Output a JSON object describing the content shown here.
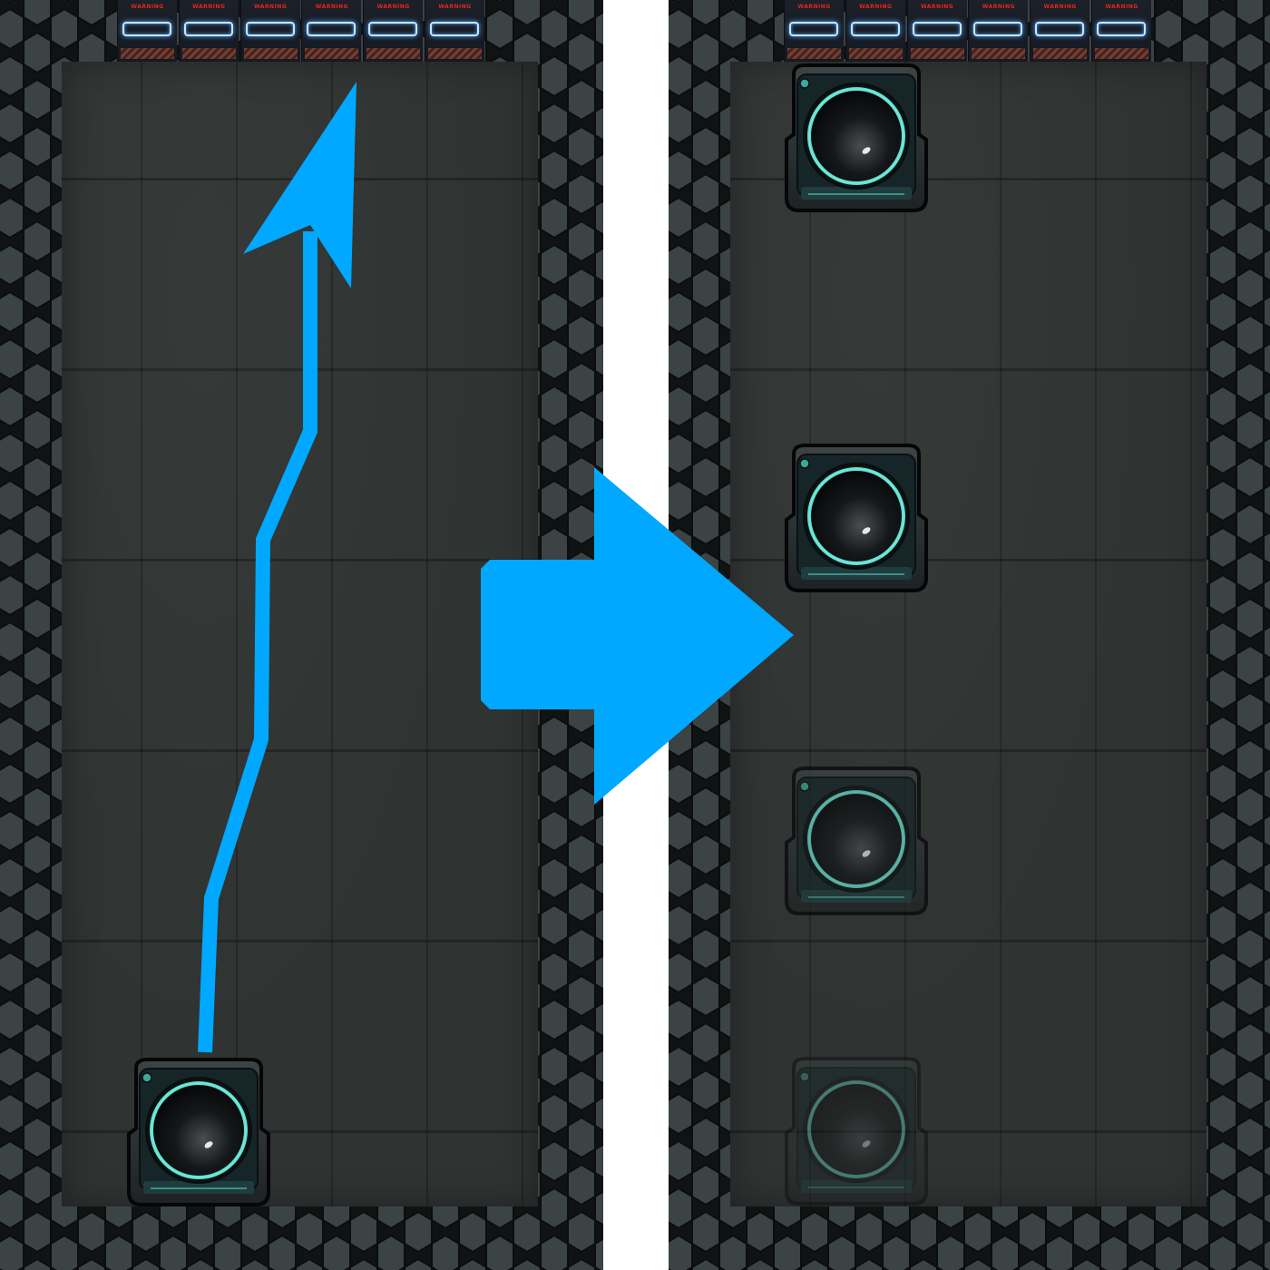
{
  "scene": {
    "description_free": true,
    "warning_label": "WARNING",
    "warning_tile_count": 6,
    "accent_color": "#00a8ff",
    "unit_glow_color": "#5fe0d0"
  },
  "left_panel": {
    "unit": {
      "state": "start"
    },
    "path_arrow": {
      "icon": "arrow-up-path-icon"
    }
  },
  "transition_arrow": {
    "icon": "arrow-right-icon"
  },
  "right_panel": {
    "units": [
      {
        "step": 1,
        "opacity": 1.0
      },
      {
        "step": 2,
        "opacity": 1.0
      },
      {
        "step": 3,
        "opacity": 0.7
      },
      {
        "step": 4,
        "opacity": 0.4
      }
    ]
  }
}
